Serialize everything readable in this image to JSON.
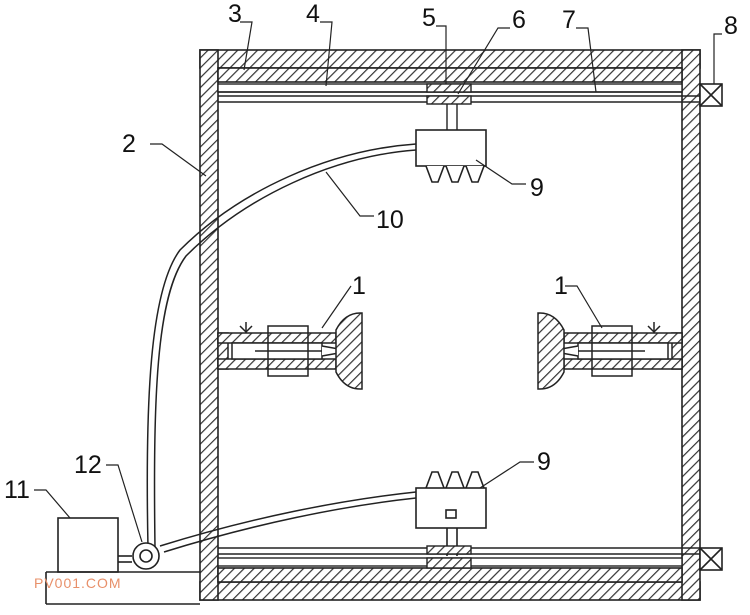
{
  "labels": {
    "l1a": "1",
    "l1b": "1",
    "l2": "2",
    "l3": "3",
    "l4": "4",
    "l5": "5",
    "l6": "6",
    "l7": "7",
    "l8": "8",
    "l9a": "9",
    "l9b": "9",
    "l10": "10",
    "l11": "11",
    "l12": "12"
  },
  "watermark": "PV001.COM",
  "colors": {
    "line": "#222222",
    "hatch": "#333333",
    "watermark": "#e8906a"
  }
}
